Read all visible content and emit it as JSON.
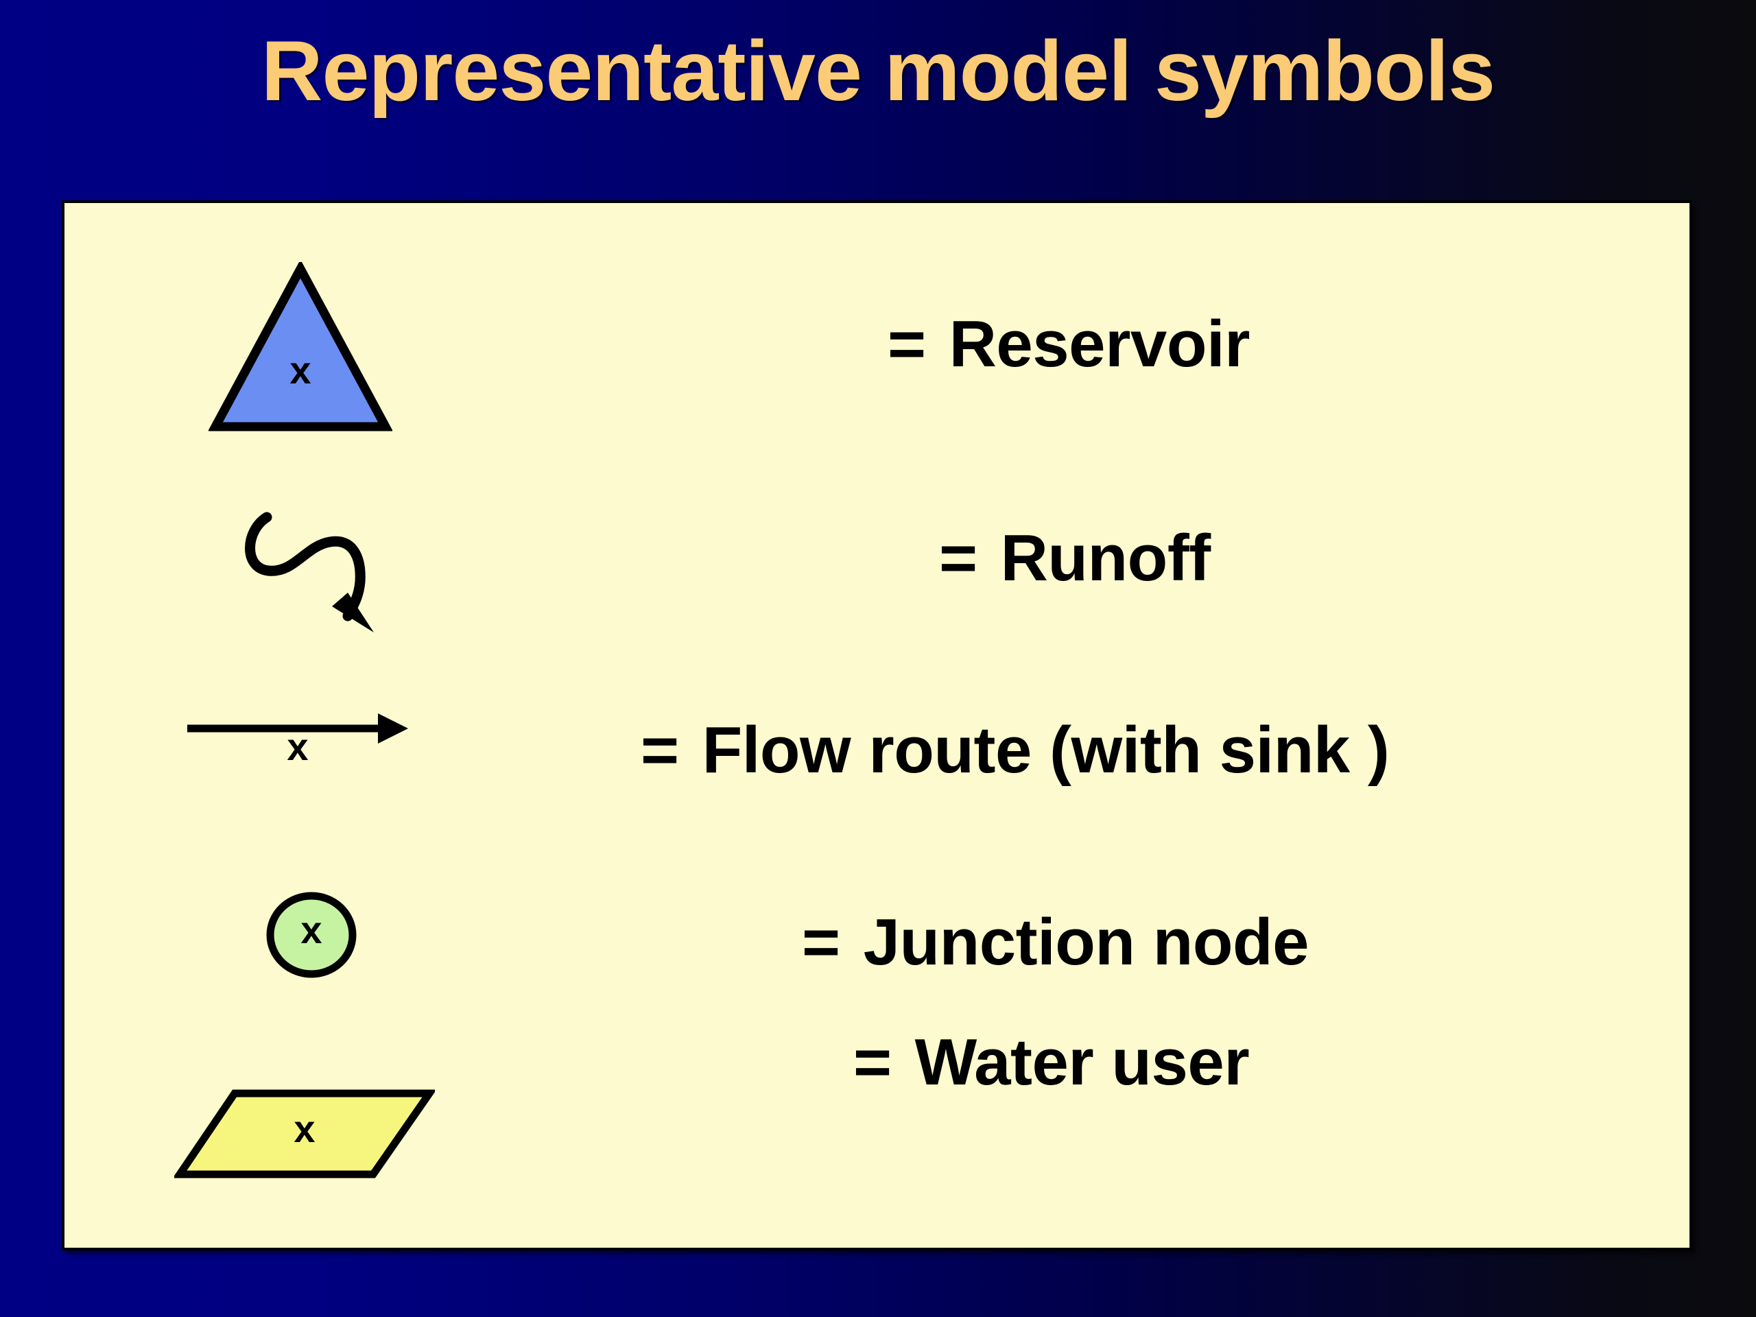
{
  "slide": {
    "title": "Representative model symbols",
    "title_color": "#fbcb76",
    "background_gradient_from": "#000080",
    "background_gradient_to": "#0b0b0e",
    "panel_background": "#fcface",
    "panel_border_color": "#000000"
  },
  "legend": {
    "rows": [
      {
        "symbol": "triangle",
        "symbol_label": "x",
        "symbol_fill": "#6b8ef2",
        "symbol_stroke": "#000000",
        "equals": "=",
        "text": "Reservoir"
      },
      {
        "symbol": "squiggle-arrow",
        "symbol_label": "",
        "symbol_fill": "none",
        "symbol_stroke": "#000000",
        "equals": "=",
        "text": "Runoff"
      },
      {
        "symbol": "right-arrow",
        "symbol_label": "x",
        "symbol_fill": "none",
        "symbol_stroke": "#000000",
        "equals": "=",
        "text": "Flow route (with sink  )"
      },
      {
        "symbol": "circle",
        "symbol_label": "x",
        "symbol_fill": "#c6f3a2",
        "symbol_stroke": "#000000",
        "equals": "=",
        "text": "Junction node"
      },
      {
        "symbol": "parallelogram",
        "symbol_label": "x",
        "symbol_fill": "#f6f67e",
        "symbol_stroke": "#000000",
        "equals": "=",
        "text": "Water user"
      }
    ]
  }
}
